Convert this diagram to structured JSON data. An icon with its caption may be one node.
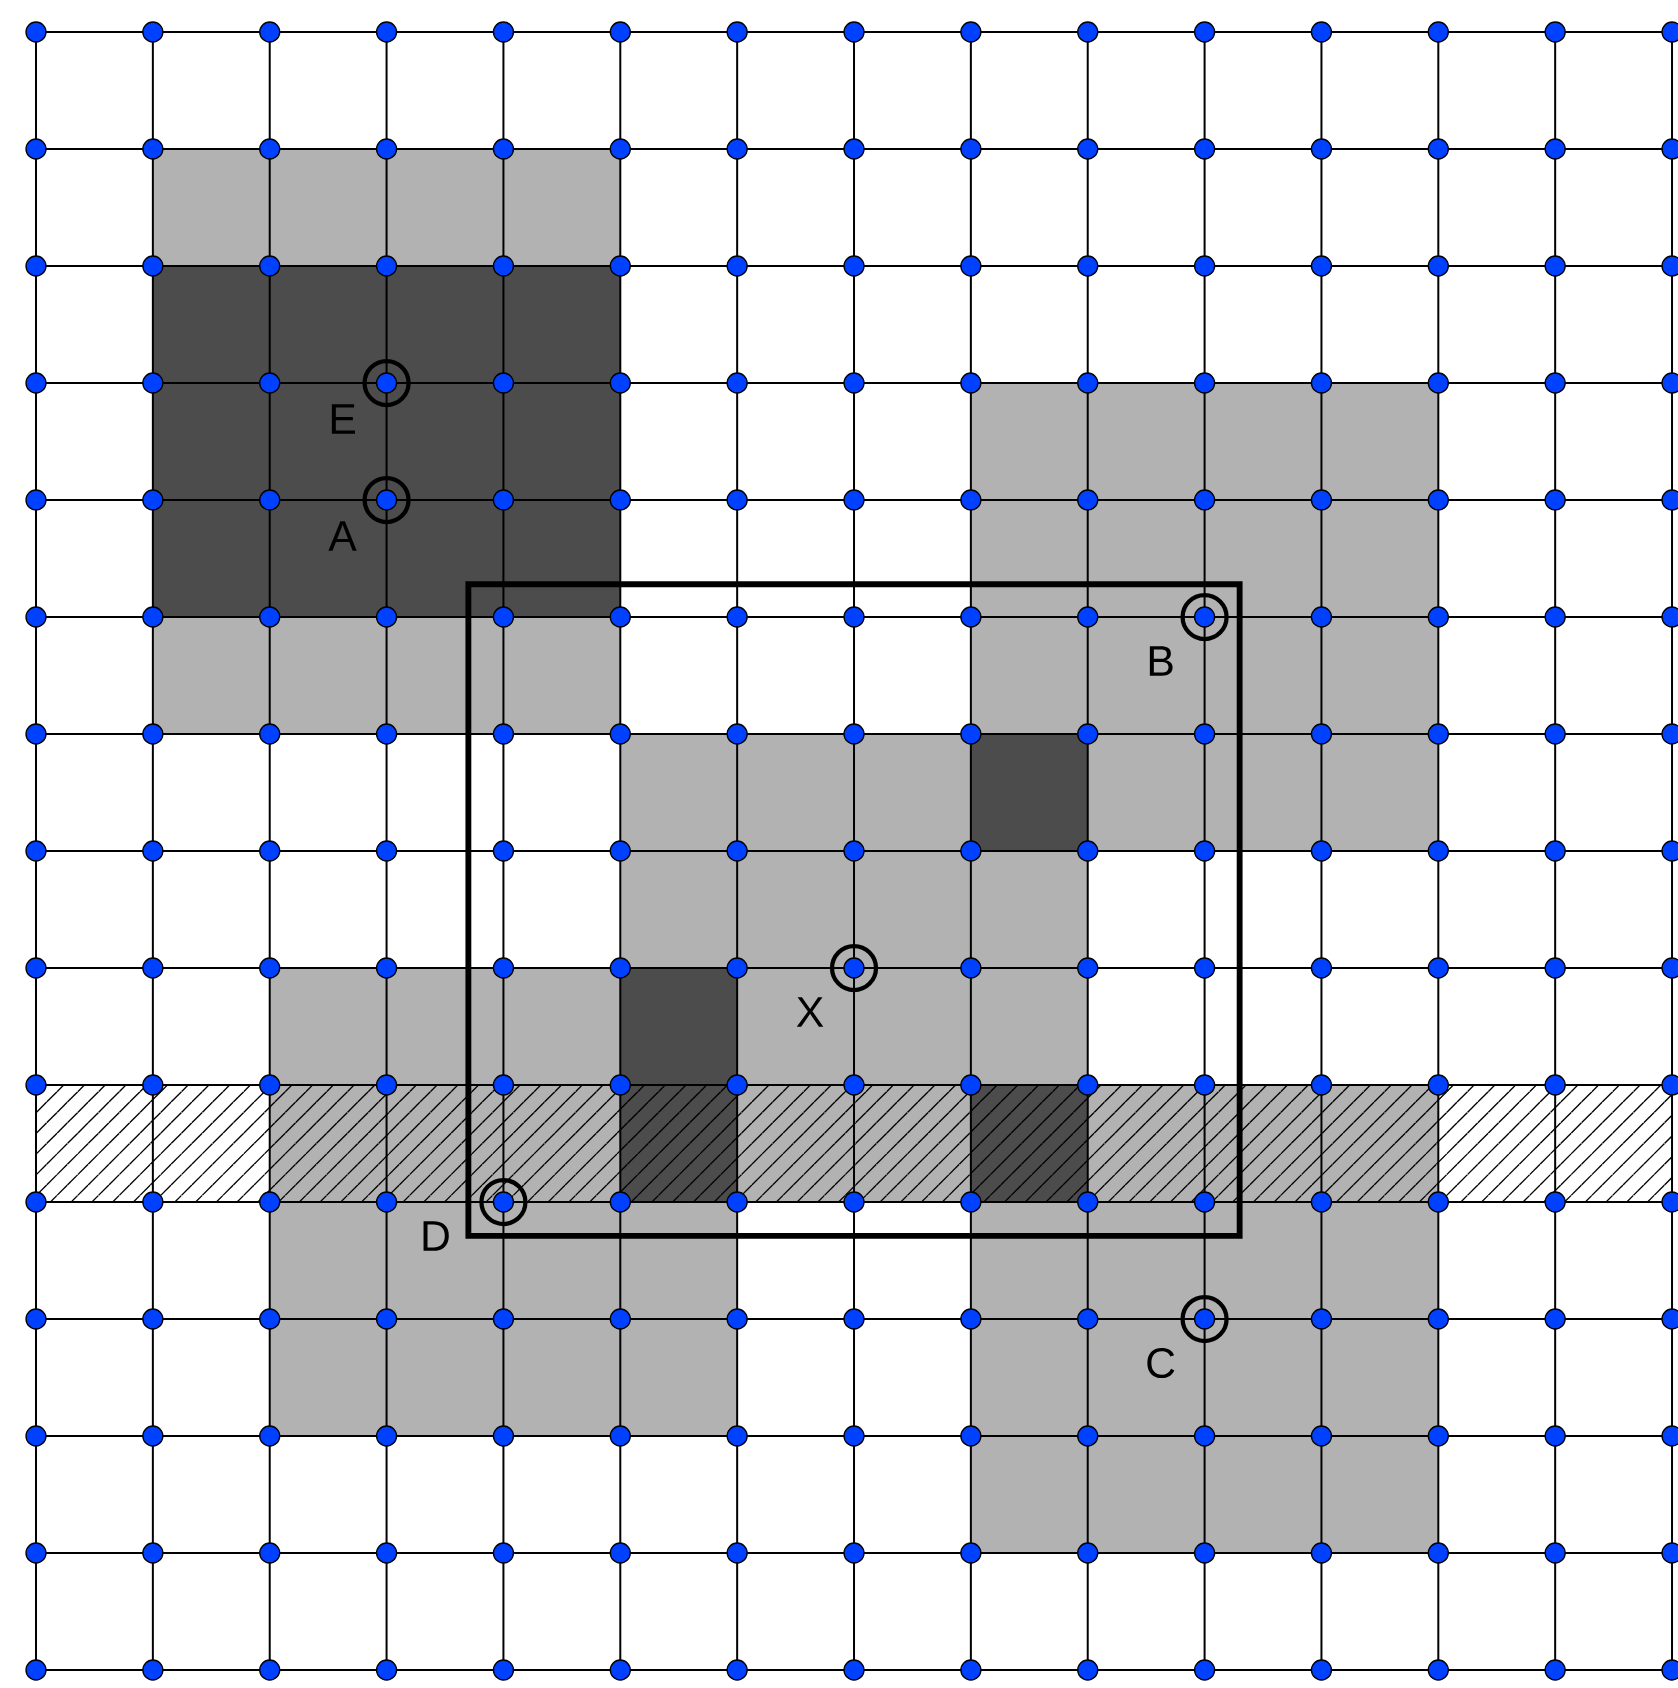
{
  "diagram": {
    "labels": [
      "E",
      "A",
      "B",
      "X",
      "D",
      "C"
    ]
  }
}
